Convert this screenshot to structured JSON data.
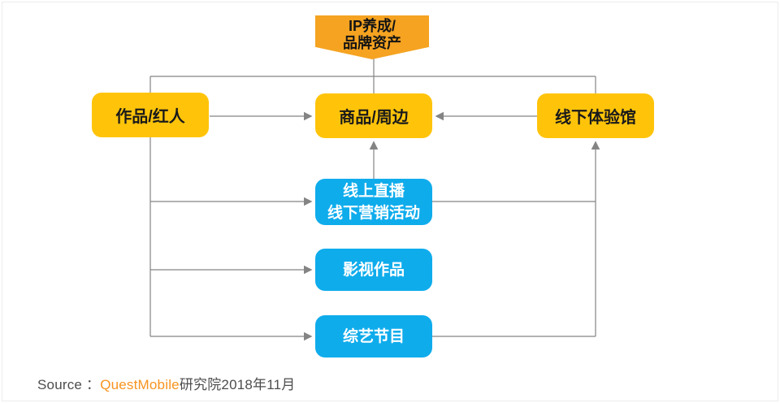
{
  "diagram": {
    "banner": {
      "line1": "IP养成/",
      "line2": "品牌资产"
    },
    "nodes": [
      {
        "id": "works",
        "label": "作品/红人",
        "type": "yellow"
      },
      {
        "id": "merch",
        "label": "商品/周边",
        "type": "yellow"
      },
      {
        "id": "hall",
        "label": "线下体验馆",
        "type": "yellow"
      },
      {
        "id": "live",
        "label_line1": "线上直播",
        "label_line2": "线下营销活动",
        "type": "blue"
      },
      {
        "id": "film",
        "label": "影视作品",
        "type": "blue"
      },
      {
        "id": "variety",
        "label": "综艺节目",
        "type": "blue"
      }
    ],
    "edges": [
      {
        "from": "IP养成/品牌资产",
        "to": "商品/周边",
        "style": "line"
      },
      {
        "from": "IP养成/品牌资产",
        "to": "作品/红人",
        "style": "line"
      },
      {
        "from": "IP养成/品牌资产",
        "to": "线下体验馆",
        "style": "line"
      },
      {
        "from": "作品/红人",
        "to": "商品/周边",
        "style": "arrow"
      },
      {
        "from": "线下体验馆",
        "to": "商品/周边",
        "style": "arrow"
      },
      {
        "from": "线上直播线下营销活动",
        "to": "商品/周边",
        "style": "arrow"
      },
      {
        "from": "作品/红人",
        "to": "线上直播线下营销活动",
        "style": "arrow"
      },
      {
        "from": "作品/红人",
        "to": "影视作品",
        "style": "arrow"
      },
      {
        "from": "作品/红人",
        "to": "综艺节目",
        "style": "arrow"
      },
      {
        "from": "线上直播线下营销活动",
        "to": "线下体验馆",
        "style": "arrow"
      },
      {
        "from": "综艺节目",
        "to": "线下体验馆",
        "style": "arrow"
      }
    ],
    "colors": {
      "banner_orange": "#F5A321",
      "node_yellow": "#FFC40A",
      "node_blue": "#0FACEC",
      "connector_gray": "#848484",
      "brand_orange": "#F7941E"
    }
  },
  "source": {
    "prefix": "Source ：",
    "brand": "QuestMobile",
    "suffix": "研究院2018年11月"
  }
}
